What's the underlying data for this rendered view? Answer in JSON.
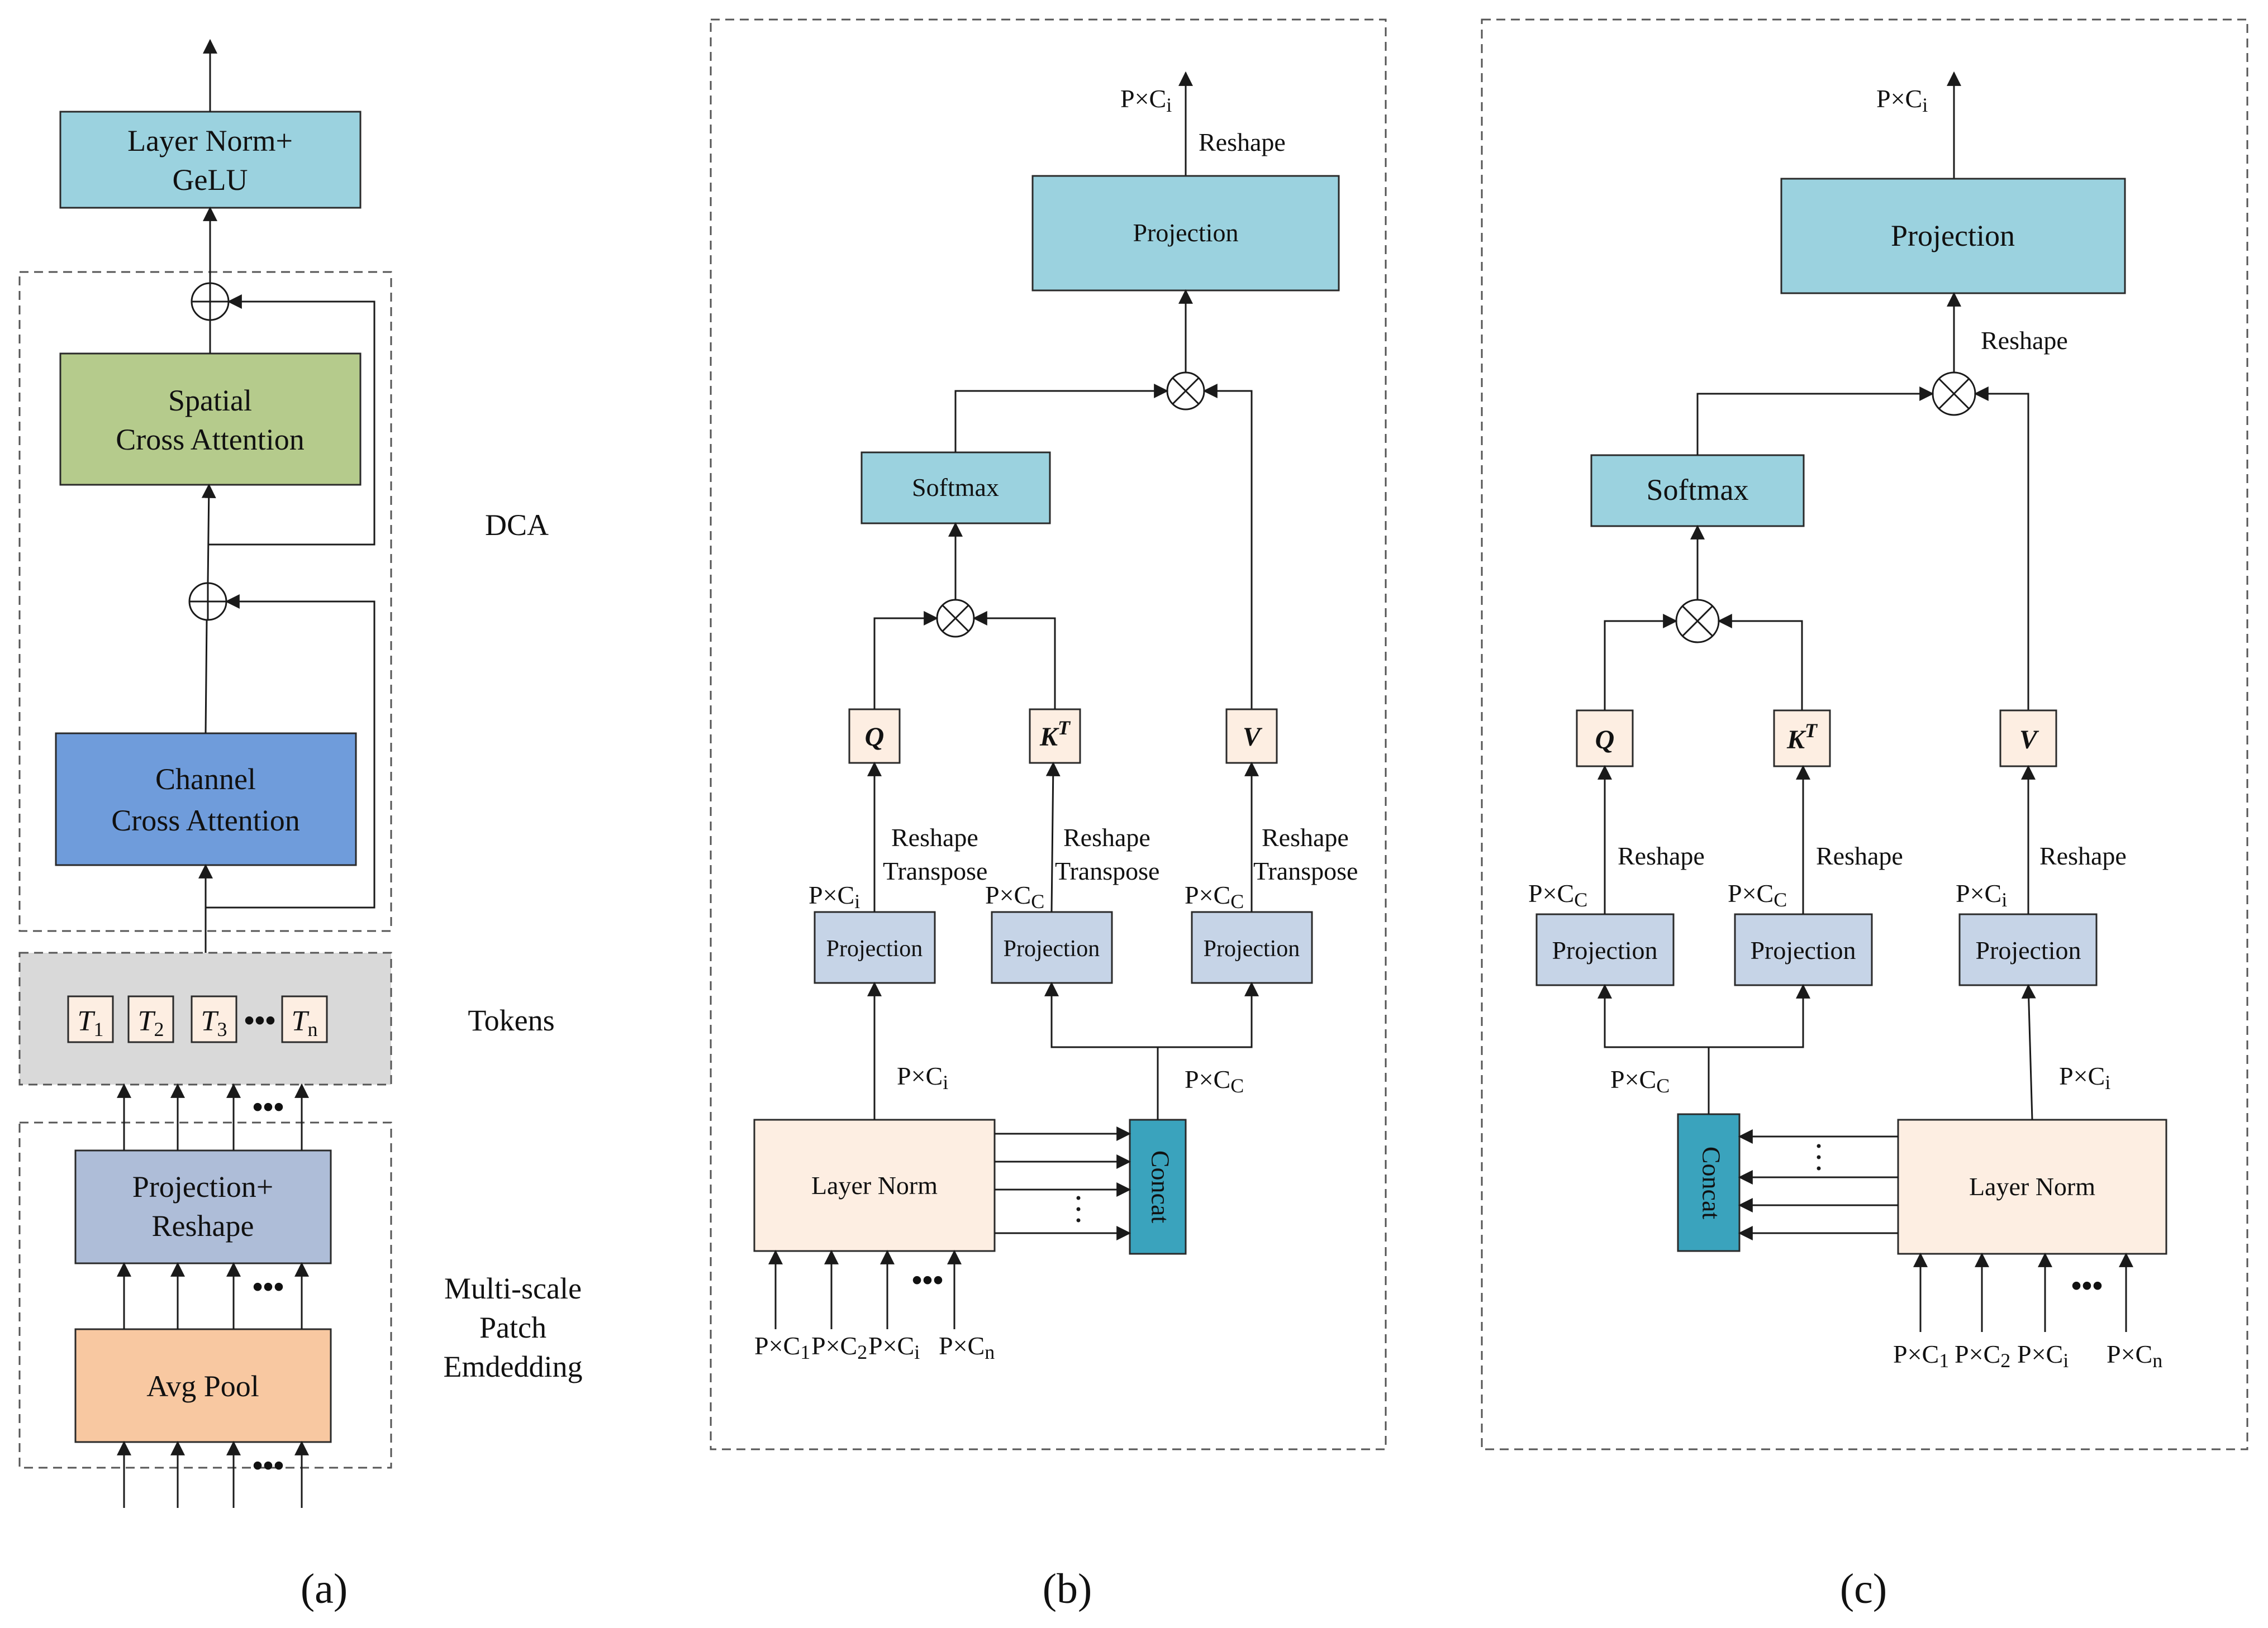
{
  "colors": {
    "layer_norm_gelu": "#9bd2df",
    "spatial": "#b5cb8c",
    "channel": "#6f9cdb",
    "tokens_bg": "#d9d9d9",
    "token_cell": "#fdeee2",
    "projection_reshape": "#aebdd8",
    "avg_pool": "#f8c8a1",
    "projection_top": "#9bd2df",
    "softmax": "#9bd2df",
    "qkv": "#fdeee2",
    "projection_small": "#c6d4e7",
    "layer_norm": "#fdeee2",
    "concat": "#3aa3bd"
  },
  "panel_a": {
    "caption": "(a)",
    "layer_norm_gelu": [
      "Layer Norm+",
      "GeLU"
    ],
    "spatial": [
      "Spatial",
      "Cross Attention"
    ],
    "channel": [
      "Channel",
      "Cross Attention"
    ],
    "tokens": [
      "T",
      "T",
      "T",
      "T"
    ],
    "token_subs": [
      "1",
      "2",
      "3",
      "n"
    ],
    "dots": "•••",
    "projection_reshape": [
      "Projection+",
      "Reshape"
    ],
    "avg_pool": "Avg Pool",
    "label_dca": "DCA",
    "label_tokens": "Tokens",
    "label_patch": [
      "Multi-scale",
      "Patch",
      "Emdedding"
    ]
  },
  "panel_b": {
    "caption": "(b)",
    "out_label": "P×C",
    "out_sub": "i",
    "reshape_top": "Reshape",
    "projection_top": "Projection",
    "softmax": "Softmax",
    "q": "Q",
    "k": "K",
    "k_sup": "T",
    "v": "V",
    "reshape_transpose": [
      "Reshape",
      "Transpose"
    ],
    "proj_labels": [
      "P×C",
      "P×C",
      "P×C"
    ],
    "proj_subs": [
      "i",
      "C",
      "C"
    ],
    "projection": "Projection",
    "ln_out": "P×C",
    "ln_out_sub": "i",
    "concat_out": "P×C",
    "concat_out_sub": "C",
    "layer_norm": "Layer Norm",
    "concat": "Concat",
    "inputs": [
      "P×C",
      "P×C",
      "P×C",
      "P×C"
    ],
    "input_subs": [
      "1",
      "2",
      "i",
      "n"
    ]
  },
  "panel_c": {
    "caption": "(c)",
    "out_label": "P×C",
    "out_sub": "i",
    "reshape_top": "Reshape",
    "projection_top": "Projection",
    "softmax": "Softmax",
    "q": "Q",
    "k": "K",
    "k_sup": "T",
    "v": "V",
    "reshape": "Reshape",
    "proj_labels": [
      "P×C",
      "P×C",
      "P×C"
    ],
    "proj_subs": [
      "C",
      "C",
      "i"
    ],
    "projection": "Projection",
    "concat_out": "P×C",
    "concat_out_sub": "C",
    "ln_out": "P×C",
    "ln_out_sub": "i",
    "layer_norm": "Layer Norm",
    "concat": "Concat",
    "inputs": [
      "P×C",
      "P×C",
      "P×C",
      "P×C"
    ],
    "input_subs": [
      "1",
      "2",
      "i",
      "n"
    ]
  }
}
